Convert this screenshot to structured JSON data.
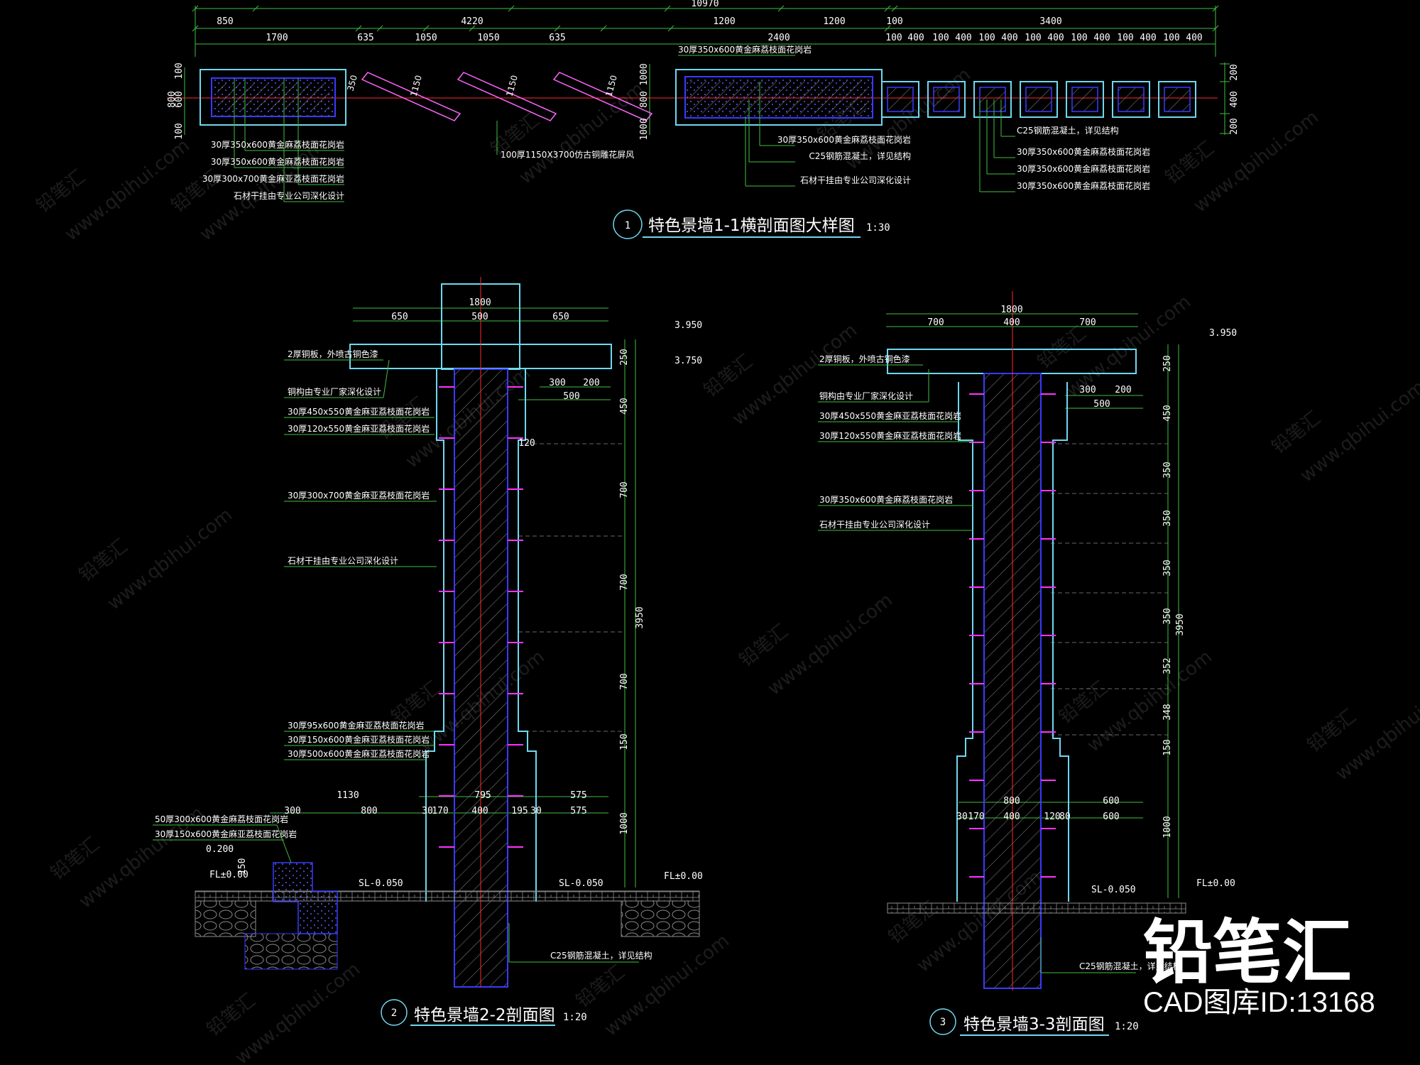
{
  "colors": {
    "background": "#000000",
    "dimension_line": "#3fbf3f",
    "wall_outline": "#6fd8f0",
    "concrete_outline": "#3a3aff",
    "centerline": "#ff2a2a",
    "anchor": "#ff33ff",
    "text": "#ffffff"
  },
  "section1": {
    "overall": "10970",
    "top_row": [
      "850",
      "4220",
      "1200",
      "1200",
      "100",
      "3400"
    ],
    "second_row": [
      "1700",
      "635",
      "1050",
      "1050",
      "635",
      "2400",
      "100",
      "400",
      "100",
      "400",
      "100",
      "400",
      "100",
      "400",
      "100",
      "400",
      "100",
      "400",
      "100",
      "400"
    ],
    "left_dims": [
      "800",
      "100",
      "600",
      "100"
    ],
    "mid_dims": [
      "1000",
      "800",
      "1000"
    ],
    "right_dims": [
      "200",
      "400",
      "200"
    ],
    "small_tags": [
      "350",
      "1150",
      "1150",
      "1150"
    ],
    "note_top": "30厚350x600黄金麻荔枝面花岗岩",
    "notes_left": [
      "30厚350x600黄金麻荔枝面花岗岩",
      "30厚350x600黄金麻荔枝面花岗岩",
      "30厚300x700黄金麻亚荔枝面花岗岩",
      "石材干挂由专业公司深化设计"
    ],
    "note_screen": "100厚1150X3700仿古铜雕花屏风",
    "notes_mid": [
      "30厚350x600黄金麻荔枝面花岗岩",
      "C25钢筋混凝土，详见结构",
      "石材干挂由专业公司深化设计"
    ],
    "notes_right": [
      "C25钢筋混凝土，详见结构",
      "30厚350x600黄金麻荔枝面花岗岩",
      "30厚350x600黄金麻荔枝面花岗岩",
      "30厚350x600黄金麻荔枝面花岗岩"
    ],
    "number": "1",
    "title": "特色景墙1-1横剖面图大样图",
    "scale": "1:30"
  },
  "section2": {
    "number": "2",
    "title": "特色景墙2-2剖面图",
    "scale": "1:20",
    "top_total": "1800",
    "top_parts": [
      "650",
      "500",
      "650"
    ],
    "levels": [
      "3.950",
      "3.750"
    ],
    "cap_dims": [
      "300",
      "200",
      "500",
      "120"
    ],
    "right_dims": [
      "250",
      "450",
      "700",
      "700",
      "700",
      "150",
      "1000"
    ],
    "right_total": "3950",
    "notes": [
      "2厚铜板，外喷古铜色漆",
      "铜构由专业厂家深化设计",
      "30厚450x550黄金麻亚荔枝面花岗岩",
      "30厚120x550黄金麻亚荔枝面花岗岩",
      "30厚300x700黄金麻亚荔枝面花岗岩",
      "石材干挂由专业公司深化设计",
      "30厚95x600黄金麻亚荔枝面花岗岩",
      "30厚150x600黄金麻亚荔枝面花岗岩",
      "30厚500x600黄金麻亚荔枝面花岗岩",
      "50厚300x600黄金麻荔枝面花岗岩",
      "30厚150x600黄金麻亚荔枝面花岗岩"
    ],
    "base_row1": [
      "1130",
      "795",
      "575"
    ],
    "base_row2": [
      "300",
      "800",
      "30",
      "170",
      "400",
      "195",
      "30",
      "575"
    ],
    "ground": [
      "0.200",
      "FL±0.00",
      "150",
      "SL-0.050",
      "SL-0.050",
      "FL±0.00"
    ],
    "concrete_note": "C25钢筋混凝土，详见结构"
  },
  "section3": {
    "number": "3",
    "title": "特色景墙3-3剖面图",
    "scale": "1:20",
    "top_total": "1800",
    "top_parts": [
      "700",
      "400",
      "700"
    ],
    "level": "3.950",
    "cap_dims": [
      "300",
      "200",
      "500"
    ],
    "right_dims": [
      "250",
      "450",
      "350",
      "350",
      "350",
      "350",
      "352",
      "348",
      "150",
      "1000"
    ],
    "right_total": "3950",
    "notes": [
      "2厚铜板，外喷古铜色漆",
      "铜构由专业厂家深化设计",
      "30厚450x550黄金麻亚荔枝面花岗岩",
      "30厚120x550黄金麻亚荔枝面花岗岩",
      "30厚350x600黄金麻荔枝面花岗岩",
      "石材干挂由专业公司深化设计"
    ],
    "base_row1": [
      "800",
      "600"
    ],
    "base_row2": [
      "30",
      "170",
      "400",
      "120",
      "80",
      "600"
    ],
    "ground": [
      "SL-0.050",
      "FL±0.00"
    ],
    "concrete_note": "C25钢筋混凝土，详见结构"
  },
  "watermark": {
    "brand": "铅笔汇",
    "site": "www.qbihui.com"
  },
  "brand_mark": "铅笔汇",
  "cad_id": "CAD图库ID:13168"
}
